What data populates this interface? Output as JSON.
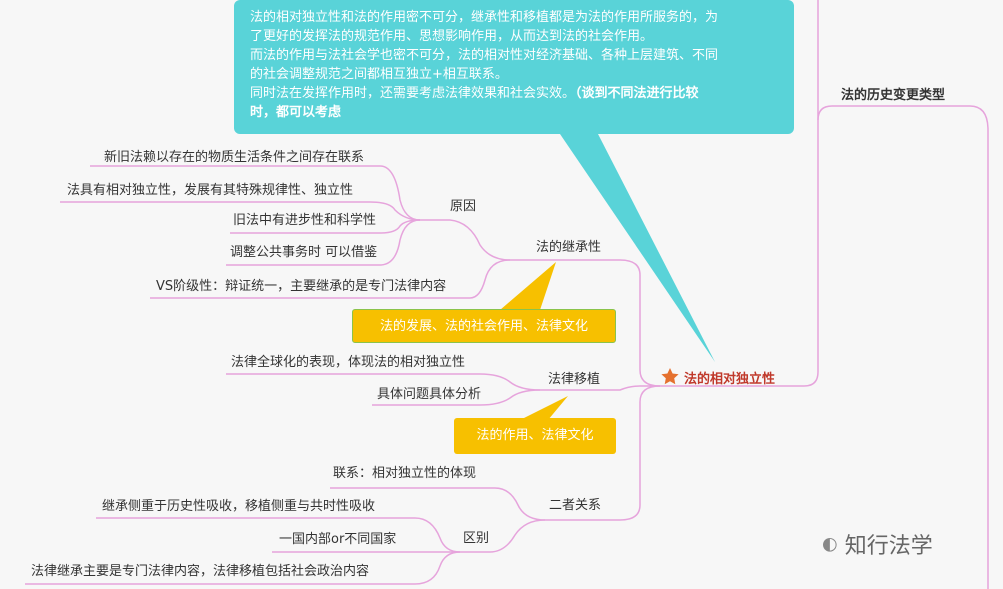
{
  "callout": {
    "lines": [
      "法的相对独立性和法的作用密不可分，继承性和移植都是为法的作用所服务的，为",
      "了更好的发挥法的规范作用、思想影响作用，从而达到法的社会作用。",
      "而法的作用与法社会学也密不可分，法的相对性对经济基础、各种上层建筑、不同",
      "的社会调整规范之间都相互独立+相互联系。",
      "同时法在发挥作用时，还需要考虑法律效果和社会实效。"
    ],
    "strong_a": "（谈到不同法进行比较",
    "strong_b": "时，都可以考虑"
  },
  "nodes": {
    "history_type": "法的历史变更类型",
    "main": "法的相对独立性",
    "inheritance": "法的继承性",
    "reason": "原因",
    "reason_items": [
      "新旧法赖以存在的物质生活条件之间存在联系",
      "法具有相对独立性，发展有其特殊规律性、独立性",
      "旧法中有进步性和科学性",
      "调整公共事务时 可以借鉴"
    ],
    "vs_class": "VS阶级性：辩证统一，主要继承的是专门法律内容",
    "inheritance_note": "法的发展、法的社会作用、法律文化",
    "transplant": "法律移植",
    "transplant_items": [
      "法律全球化的表现，体现法的相对独立性",
      "具体问题具体分析"
    ],
    "transplant_note": "法的作用、法律文化",
    "relation": "二者关系",
    "link": "联系：相对独立性的体现",
    "difference": "区别",
    "difference_items": [
      "继承侧重于历史性吸收，移植侧重与共时性吸收",
      "一国内部or不同国家",
      "法律继承主要是专门法律内容，法律移植包括社会政治内容"
    ]
  },
  "watermark": "知行法学",
  "colors": {
    "branch": "#e6a4dc",
    "callout": "#59d3d8",
    "note": "#f7c000",
    "star": "#e5712f",
    "main_text": "#c0392b"
  }
}
